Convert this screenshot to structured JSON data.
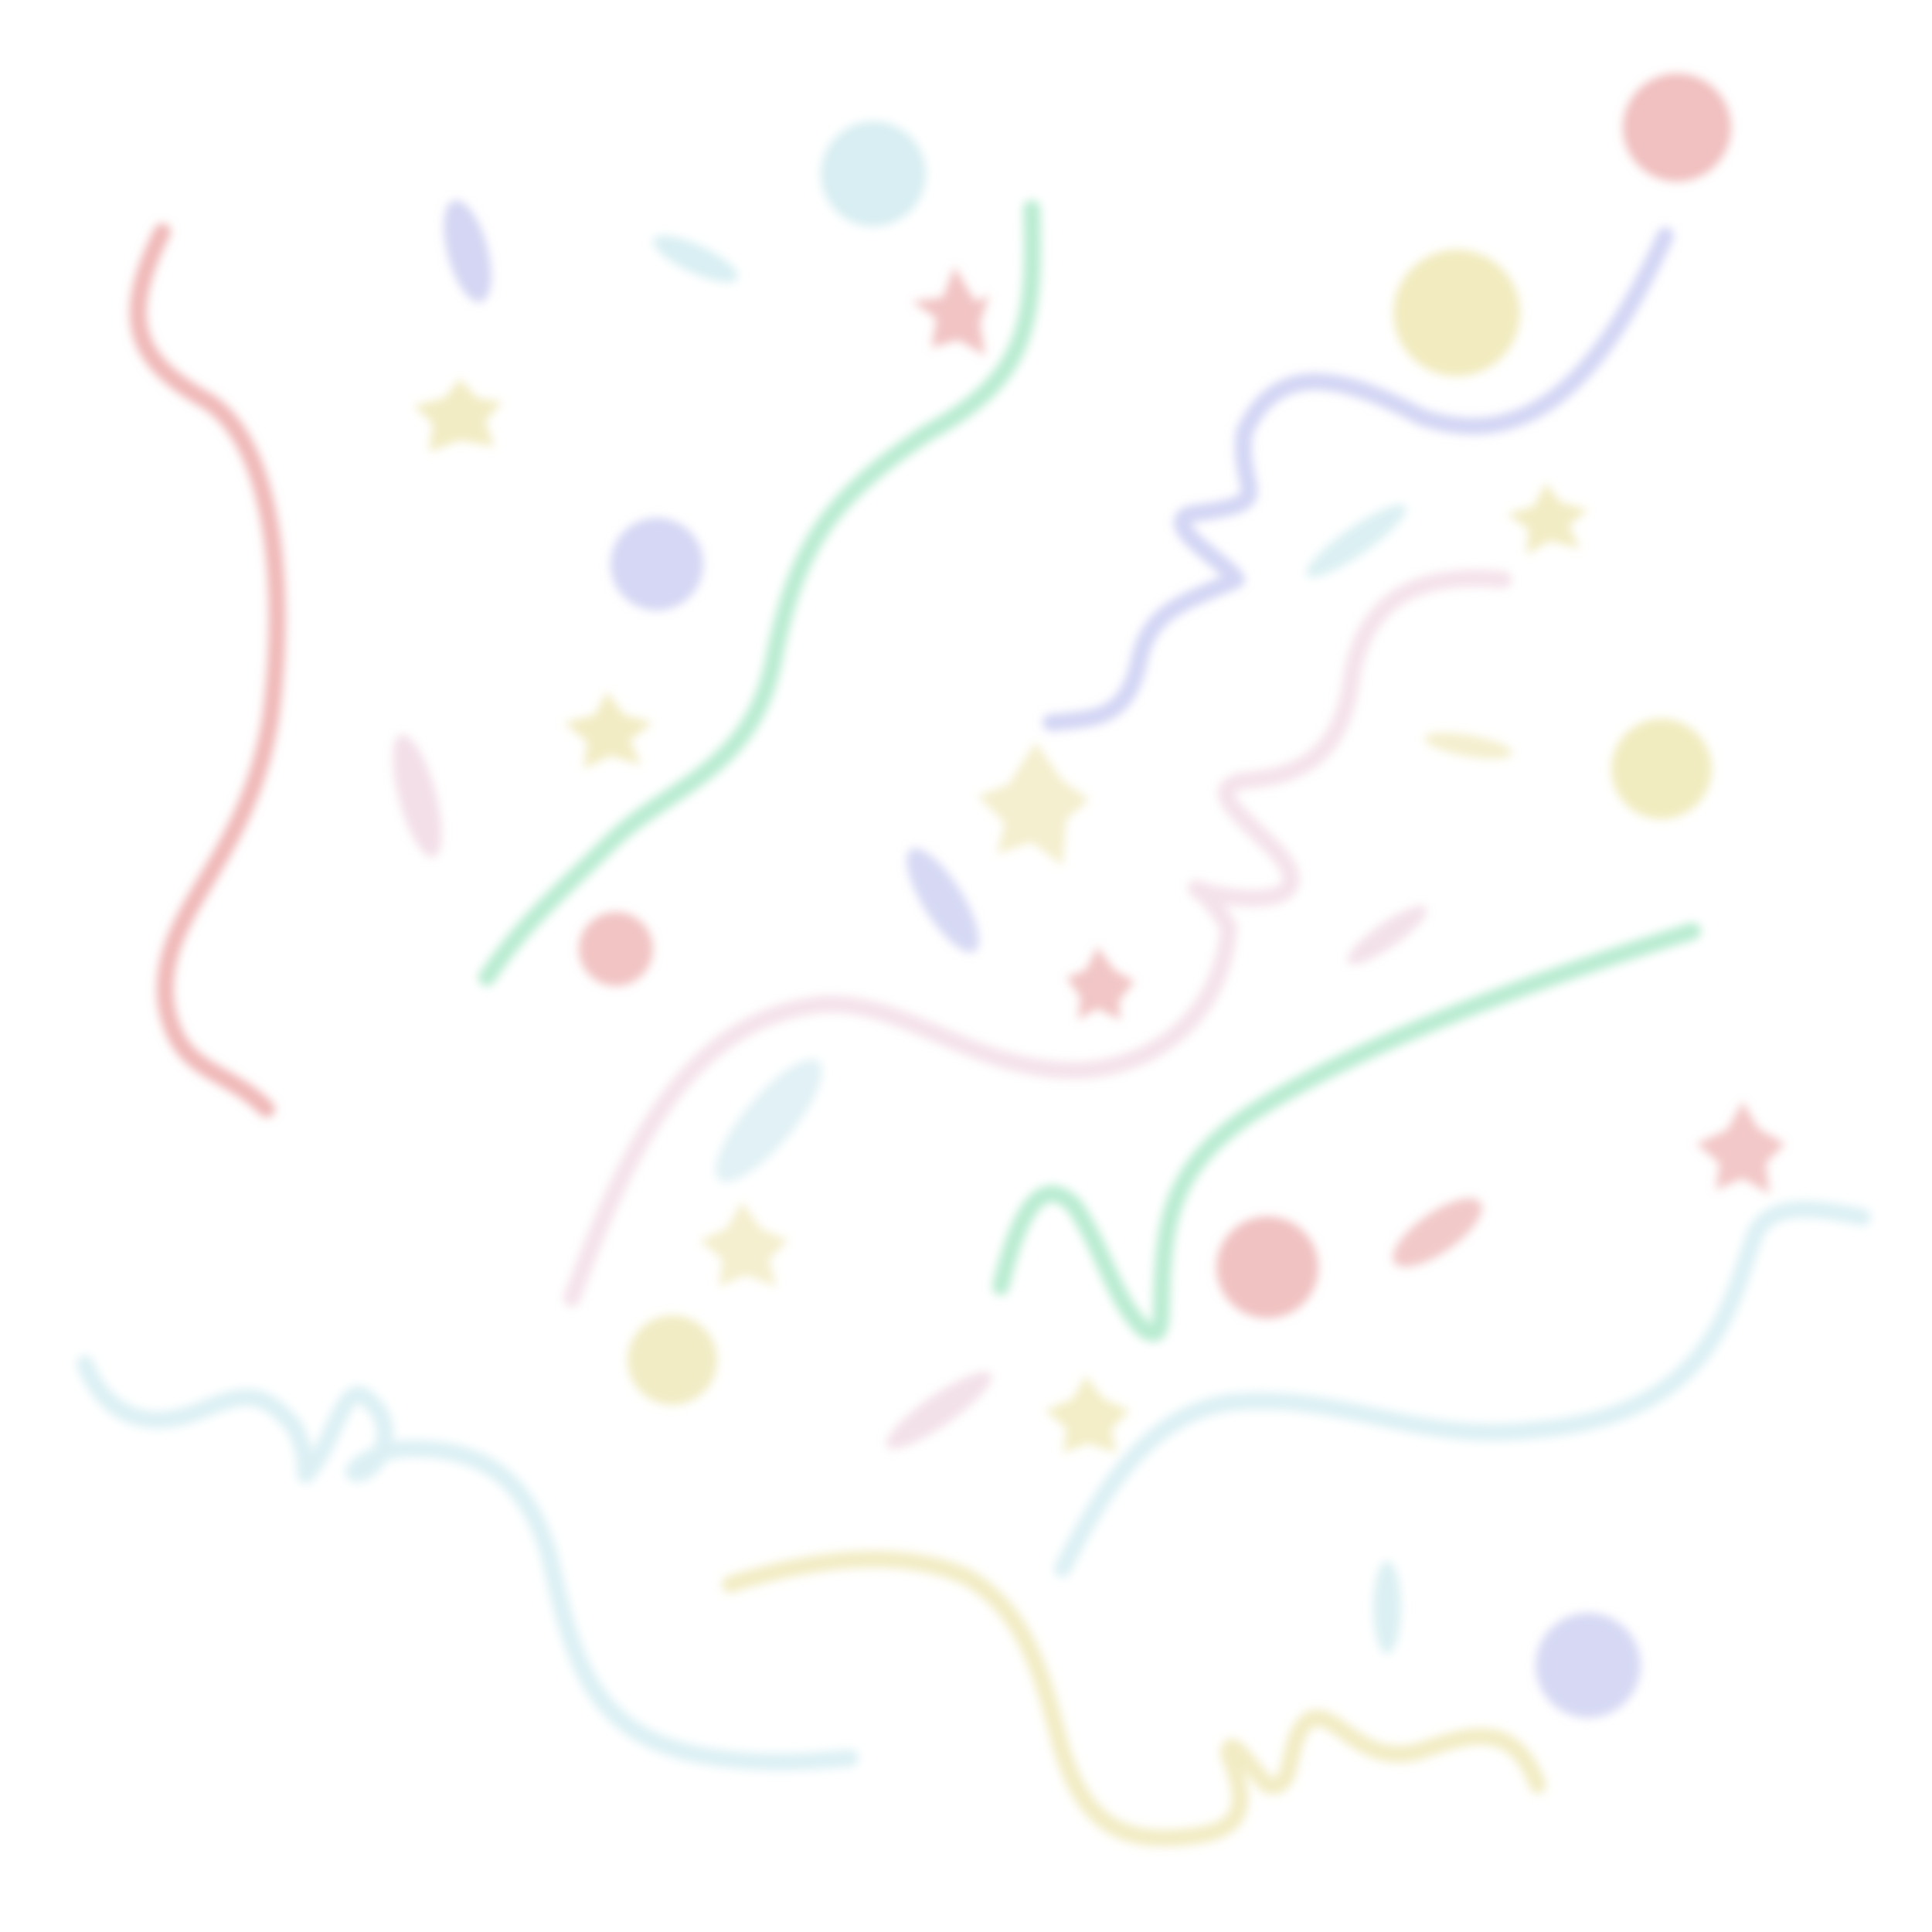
{
  "scene": {
    "description_free": true,
    "palette": {
      "coral": "#f0b8b8",
      "mint": "#b9ecd1",
      "lavender": "#cfd2f3",
      "pale_yellow": "#f1ebbd",
      "pale_cyan": "#d6eef2",
      "blush": "#f3dde6"
    },
    "pieces": [
      {
        "kind": "streamer",
        "color": "coral"
      },
      {
        "kind": "streamer",
        "color": "mint"
      },
      {
        "kind": "streamer",
        "color": "lavender"
      },
      {
        "kind": "streamer",
        "color": "blush"
      },
      {
        "kind": "streamer",
        "color": "mint"
      },
      {
        "kind": "streamer",
        "color": "pale_cyan"
      },
      {
        "kind": "streamer",
        "color": "pale_cyan"
      },
      {
        "kind": "streamer",
        "color": "pale_yellow"
      },
      {
        "kind": "dot",
        "color": "pale_cyan"
      },
      {
        "kind": "dot",
        "color": "coral"
      },
      {
        "kind": "dot",
        "color": "pale_yellow"
      },
      {
        "kind": "dot",
        "color": "lavender"
      },
      {
        "kind": "dot",
        "color": "pale_yellow"
      },
      {
        "kind": "dot",
        "color": "coral"
      },
      {
        "kind": "dot",
        "color": "coral"
      },
      {
        "kind": "dot",
        "color": "pale_yellow"
      },
      {
        "kind": "dot",
        "color": "lavender"
      },
      {
        "kind": "star",
        "color": "coral"
      },
      {
        "kind": "star",
        "color": "pale_yellow"
      },
      {
        "kind": "star",
        "color": "pale_yellow"
      },
      {
        "kind": "star",
        "color": "pale_yellow"
      },
      {
        "kind": "star",
        "color": "pale_yellow"
      },
      {
        "kind": "star",
        "color": "coral"
      },
      {
        "kind": "star",
        "color": "pale_yellow"
      },
      {
        "kind": "star",
        "color": "coral"
      },
      {
        "kind": "star",
        "color": "pale_yellow"
      },
      {
        "kind": "leaf",
        "color": "lavender"
      },
      {
        "kind": "leaf",
        "color": "pale_cyan"
      },
      {
        "kind": "leaf",
        "color": "blush"
      },
      {
        "kind": "leaf",
        "color": "lavender"
      },
      {
        "kind": "leaf",
        "color": "pale_cyan"
      },
      {
        "kind": "leaf",
        "color": "pale_yellow"
      },
      {
        "kind": "leaf",
        "color": "blush"
      },
      {
        "kind": "leaf",
        "color": "pale_cyan"
      },
      {
        "kind": "leaf",
        "color": "coral"
      },
      {
        "kind": "leaf",
        "color": "blush"
      },
      {
        "kind": "leaf",
        "color": "pale_cyan"
      }
    ]
  }
}
